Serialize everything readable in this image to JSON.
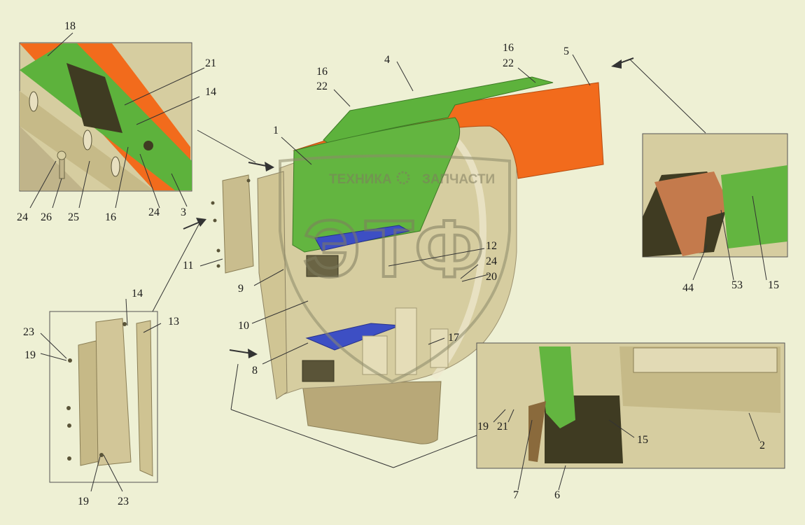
{
  "colors": {
    "background": "#eef0d4",
    "green_part": "#5db23c",
    "orange_part": "#f26b1c",
    "beige_part": "#d8cfa2",
    "blue_part": "#3d4fc4",
    "dark_part": "#3f3b22",
    "watermark": "#8d8a6a"
  },
  "watermark": {
    "line1_left": "ТЕХНИКА",
    "line1_right": "ЗАПЧАСТИ",
    "big_letters": "ЭТФ",
    "gear_icon": "gear-icon"
  },
  "labels": {
    "l1": "1",
    "l2": "2",
    "l3": "3",
    "l4": "4",
    "l5": "5",
    "l6": "6",
    "l7": "7",
    "l8": "8",
    "l9": "9",
    "l10": "10",
    "l11": "11",
    "l12": "12",
    "l13": "13",
    "l14a": "14",
    "l14b": "14",
    "l15a": "15",
    "l15b": "15",
    "l16a": "16",
    "l16b": "16",
    "l16c": "16",
    "l17": "17",
    "l18": "18",
    "l19a": "19",
    "l19b": "19",
    "l19c": "19",
    "l20": "20",
    "l21a": "21",
    "l21b": "21",
    "l22a": "22",
    "l22b": "22",
    "l23a": "23",
    "l23b": "23",
    "l24a": "24",
    "l24b": "24",
    "l24c": "24",
    "l25": "25",
    "l26": "26",
    "l44": "44",
    "l53": "53"
  }
}
